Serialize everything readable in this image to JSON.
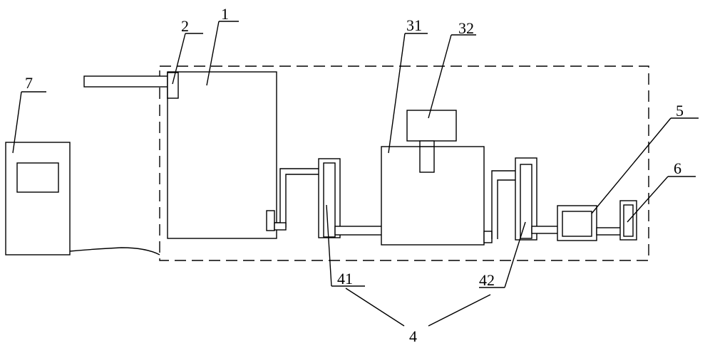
{
  "labels": {
    "l1": "1",
    "l2": "2",
    "l31": "31",
    "l32": "32",
    "l41": "41",
    "l42": "42",
    "l4": "4",
    "l5": "5",
    "l6": "6",
    "l7": "7"
  }
}
